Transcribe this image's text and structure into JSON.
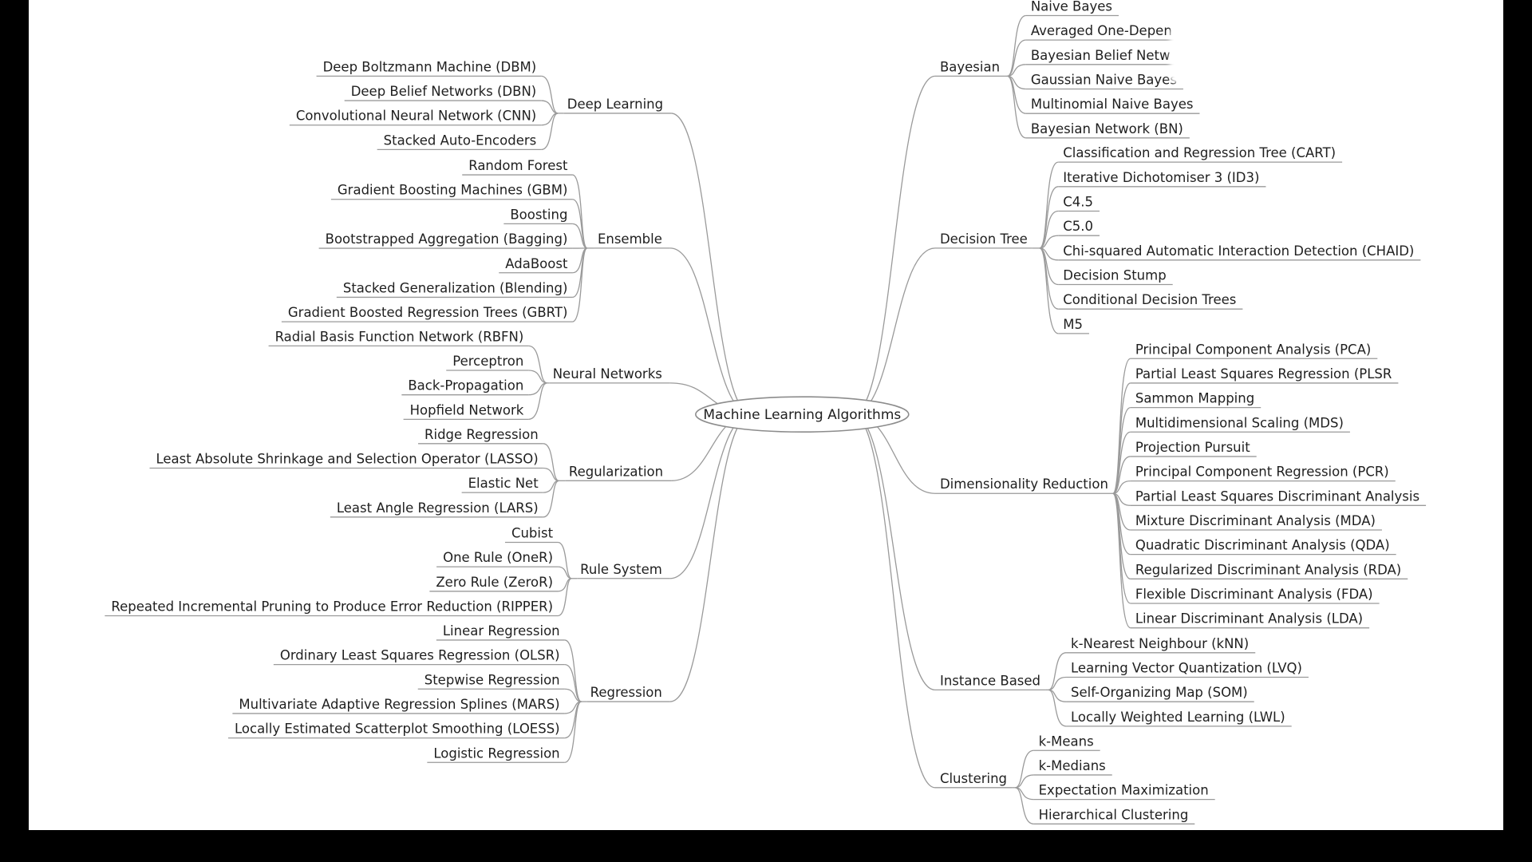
{
  "root": {
    "label": "Machine Learning Algorithms"
  },
  "left_branches": [
    {
      "label": "Deep Learning",
      "leaves": [
        "Deep Boltzmann Machine (DBM)",
        "Deep Belief Networks (DBN)",
        "Convolutional Neural Network (CNN)",
        "Stacked Auto-Encoders"
      ]
    },
    {
      "label": "Ensemble",
      "leaves": [
        "Random Forest",
        "Gradient Boosting Machines (GBM)",
        "Boosting",
        "Bootstrapped Aggregation (Bagging)",
        "AdaBoost",
        "Stacked Generalization (Blending)",
        "Gradient Boosted Regression Trees (GBRT)"
      ]
    },
    {
      "label": "Neural Networks",
      "leaves": [
        "Radial Basis Function Network (RBFN)",
        "Perceptron",
        "Back-Propagation",
        "Hopfield Network"
      ]
    },
    {
      "label": "Regularization",
      "leaves": [
        "Ridge Regression",
        "Least Absolute Shrinkage and Selection Operator (LASSO)",
        "Elastic Net",
        "Least Angle Regression (LARS)"
      ]
    },
    {
      "label": "Rule System",
      "leaves": [
        "Cubist",
        "One Rule (OneR)",
        "Zero Rule (ZeroR)",
        "Repeated Incremental Pruning to Produce Error Reduction (RIPPER)"
      ]
    },
    {
      "label": "Regression",
      "leaves": [
        "Linear Regression",
        "Ordinary Least Squares Regression (OLSR)",
        "Stepwise Regression",
        "Multivariate Adaptive Regression Splines (MARS)",
        "Locally Estimated Scatterplot Smoothing (LOESS)",
        "Logistic Regression"
      ]
    }
  ],
  "right_branches": [
    {
      "label": "Bayesian",
      "leaves": [
        "Naive Bayes",
        "Averaged One-Depen",
        "Bayesian Belief Netw",
        "Gaussian Naive Bayes",
        "Multinomial Naive Bayes",
        "Bayesian Network (BN)"
      ]
    },
    {
      "label": "Decision Tree",
      "leaves": [
        "Classification and Regression Tree (CART)",
        "Iterative Dichotomiser 3 (ID3)",
        "C4.5",
        "C5.0",
        "Chi-squared Automatic Interaction Detection (CHAID)",
        "Decision Stump",
        "Conditional Decision Trees",
        "M5"
      ]
    },
    {
      "label": "Dimensionality Reduction",
      "leaves": [
        "Principal Component Analysis (PCA)",
        "Partial Least Squares Regression (PLSR",
        "Sammon Mapping",
        "Multidimensional Scaling (MDS)",
        "Projection Pursuit",
        "Principal Component Regression (PCR)",
        "Partial Least Squares Discriminant Analysis",
        "Mixture Discriminant Analysis (MDA)",
        "Quadratic Discriminant Analysis (QDA)",
        "Regularized Discriminant Analysis (RDA)",
        "Flexible Discriminant Analysis (FDA)",
        "Linear Discriminant Analysis (LDA)"
      ]
    },
    {
      "label": "Instance Based",
      "leaves": [
        "k-Nearest Neighbour (kNN)",
        "Learning Vector Quantization (LVQ)",
        "Self-Organizing Map (SOM)",
        "Locally Weighted Learning (LWL)"
      ]
    },
    {
      "label": "Clustering",
      "leaves": [
        "k-Means",
        "k-Medians",
        "Expectation Maximization",
        "Hierarchical Clustering"
      ]
    }
  ]
}
